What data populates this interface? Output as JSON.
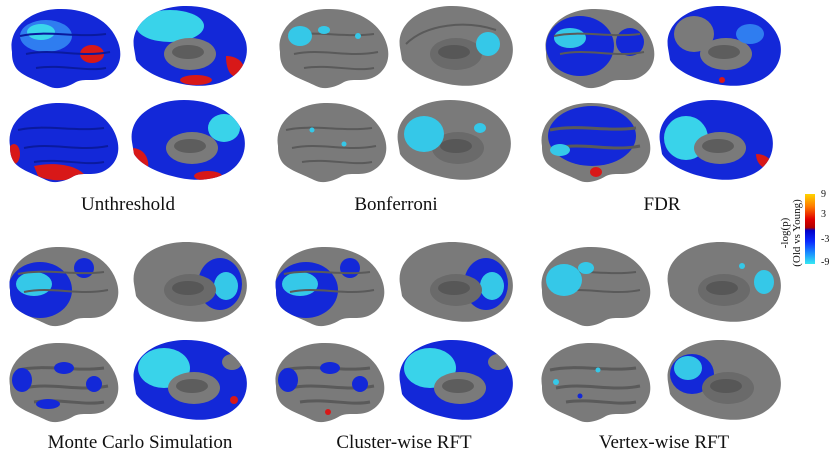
{
  "figure": {
    "panel_labels": {
      "unthreshold": "Unthreshold",
      "bonferroni": "Bonferroni",
      "fdr": "FDR",
      "monte_carlo": "Monte Carlo Simulation",
      "cluster_rft": "Cluster-wise RFT",
      "vertex_rft": "Vertex-wise RFT"
    },
    "colorbar": {
      "title_line1": "-log(p)",
      "title_line2": "(Old vs Young)",
      "ticks": [
        "9",
        "3",
        "-3",
        "-9"
      ],
      "colors": [
        "#ffd400",
        "#e00000",
        "#0000c8",
        "#36e8f2"
      ]
    }
  }
}
